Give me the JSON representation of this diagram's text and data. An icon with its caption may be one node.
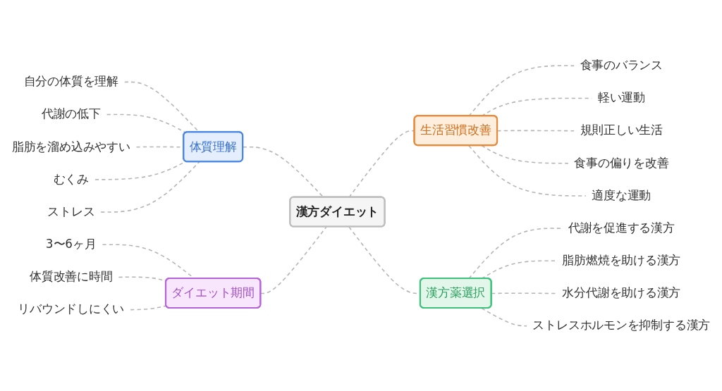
{
  "diagram": {
    "nodes": [
      {
        "text": [
          "漢方ダイエット"
        ]
      },
      {
        "text": [
          "体質理解"
        ]
      },
      {
        "text": [
          "自分の体質を理解"
        ]
      },
      {
        "text": [
          "代謝の低下"
        ]
      },
      {
        "text": [
          "脂肪を溜め込みやすい"
        ]
      },
      {
        "text": [
          "むくみ"
        ]
      },
      {
        "text": [
          "ストレス"
        ]
      },
      {
        "text": [
          "ダイエット期間"
        ]
      },
      {
        "text": [
          "3〜6ヶ月"
        ]
      },
      {
        "text": [
          "体質改善に時間"
        ]
      },
      {
        "text": [
          "リバウンドしにくい"
        ]
      },
      {
        "text": [
          "生活習慣改善"
        ]
      },
      {
        "text": [
          "食事のバランス"
        ]
      },
      {
        "text": [
          "軽い運動"
        ]
      },
      {
        "text": [
          "規則正しい生活"
        ]
      },
      {
        "text": [
          "食事の偏りを改善"
        ]
      },
      {
        "text": [
          "適度な運動"
        ]
      },
      {
        "text": [
          "漢方薬選択"
        ]
      },
      {
        "text": [
          "代謝を促進する漢方"
        ]
      },
      {
        "text": [
          "脂肪燃焼を助ける漢方"
        ]
      },
      {
        "text": [
          "水分代謝を助ける漢方"
        ]
      },
      {
        "text": [
          "ストレスホルモンを抑制する漢方"
        ]
      }
    ],
    "edges": [
      {
        "from": 0,
        "to": 1,
        "arrow": "none",
        "style": "dashed"
      },
      {
        "from": 1,
        "to": 2,
        "arrow": "none",
        "style": "dashed"
      },
      {
        "from": 1,
        "to": 3,
        "arrow": "none",
        "style": "dashed"
      },
      {
        "from": 1,
        "to": 4,
        "arrow": "none",
        "style": "dashed"
      },
      {
        "from": 1,
        "to": 5,
        "arrow": "none",
        "style": "dashed"
      },
      {
        "from": 1,
        "to": 6,
        "arrow": "none",
        "style": "dashed"
      },
      {
        "from": 0,
        "to": 7,
        "arrow": "none",
        "style": "dashed"
      },
      {
        "from": 7,
        "to": 8,
        "arrow": "none",
        "style": "dashed"
      },
      {
        "from": 7,
        "to": 9,
        "arrow": "none",
        "style": "dashed"
      },
      {
        "from": 7,
        "to": 10,
        "arrow": "none",
        "style": "dashed"
      },
      {
        "from": 0,
        "to": 11,
        "arrow": "none",
        "style": "dashed"
      },
      {
        "from": 11,
        "to": 12,
        "arrow": "none",
        "style": "dashed"
      },
      {
        "from": 11,
        "to": 13,
        "arrow": "none",
        "style": "dashed"
      },
      {
        "from": 11,
        "to": 14,
        "arrow": "none",
        "style": "dashed"
      },
      {
        "from": 11,
        "to": 15,
        "arrow": "none",
        "style": "dashed"
      },
      {
        "from": 11,
        "to": 16,
        "arrow": "none",
        "style": "dashed"
      },
      {
        "from": 0,
        "to": 17,
        "arrow": "none",
        "style": "dashed"
      },
      {
        "from": 17,
        "to": 18,
        "arrow": "none",
        "style": "dashed"
      },
      {
        "from": 17,
        "to": 19,
        "arrow": "none",
        "style": "dashed"
      },
      {
        "from": 17,
        "to": 20,
        "arrow": "none",
        "style": "dashed"
      },
      {
        "from": 17,
        "to": 21,
        "arrow": "none",
        "style": "dashed"
      }
    ]
  }
}
